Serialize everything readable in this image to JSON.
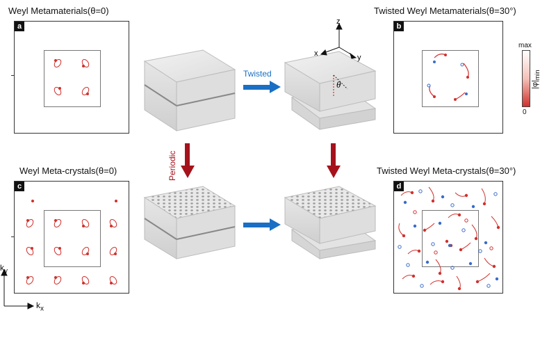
{
  "titles": {
    "a": "Weyl Metamaterials(θ=0)",
    "b": "Twisted Weyl Metamaterials(θ=30°)",
    "c": "Weyl Meta-crystals(θ=0)",
    "d": "Twisted Weyl Meta-crystals(θ=30°)"
  },
  "panel_labels": {
    "a": "a",
    "b": "b",
    "c": "c",
    "d": "d"
  },
  "arrows": {
    "twisted": "Twisted",
    "periodic": "Periodic"
  },
  "axes3d": {
    "x": "x",
    "y": "y",
    "z": "z",
    "theta": "θ"
  },
  "colorbar": {
    "max": "max",
    "min": "0",
    "label": "|φ|",
    "label_sub": "min"
  },
  "kaxes": {
    "kx": "k",
    "kx_sub": "x",
    "ky": "k",
    "ky_sub": "y"
  },
  "colors": {
    "red": "#d0312d",
    "blue": "#3a6bc8",
    "arrow_blue": "#1a6fc4",
    "arrow_red": "#a6121b"
  }
}
